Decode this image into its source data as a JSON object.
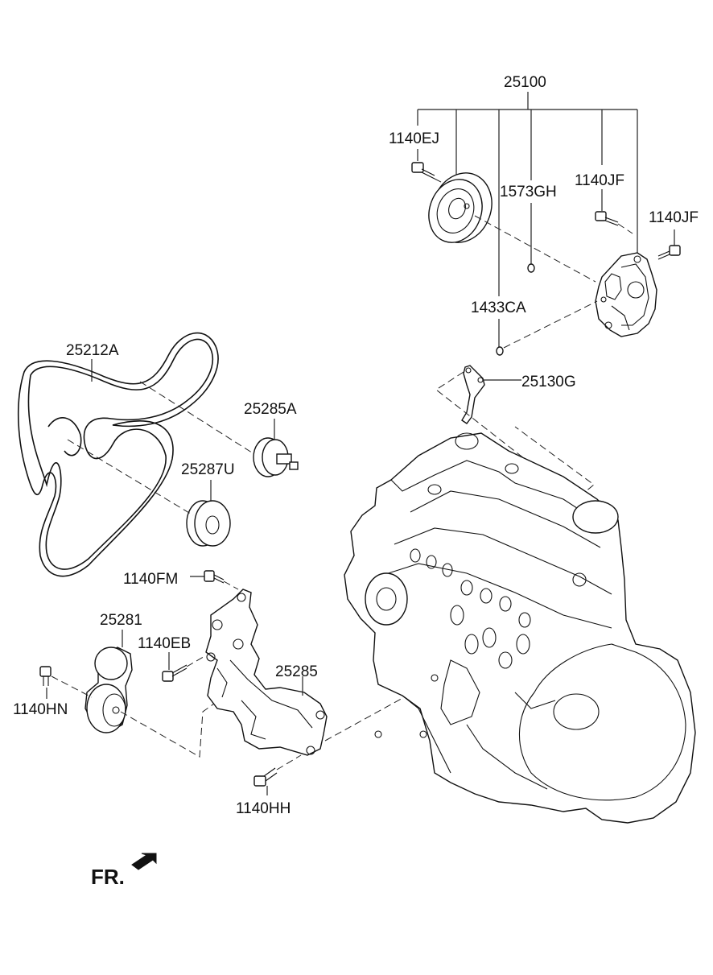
{
  "labels": {
    "p25100": "25100",
    "p1140EJ": "1140EJ",
    "p1573GH": "1573GH",
    "p1140JF_a": "1140JF",
    "p1140JF_b": "1140JF",
    "p1433CA": "1433CA",
    "p25130G": "25130G",
    "p25212A": "25212A",
    "p25285A": "25285A",
    "p25287U": "25287U",
    "p1140FM": "1140FM",
    "p25281": "25281",
    "p1140EB": "1140EB",
    "p25285": "25285",
    "p1140HN": "1140HN",
    "p1140HH": "1140HH"
  },
  "orientation": {
    "label": "FR."
  }
}
